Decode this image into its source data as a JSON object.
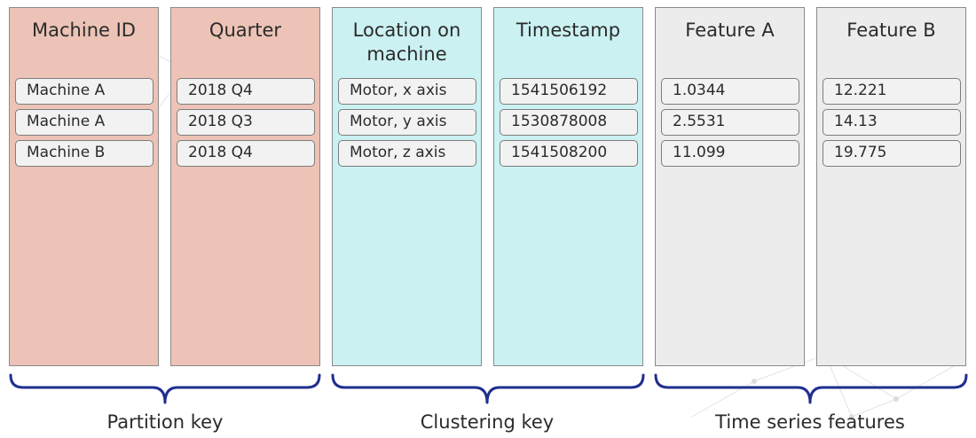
{
  "columns": [
    {
      "group": "partition",
      "title": "Machine ID",
      "cells": [
        "Machine A",
        "Machine A",
        "Machine B"
      ]
    },
    {
      "group": "partition",
      "title": "Quarter",
      "cells": [
        "2018 Q4",
        "2018 Q3",
        "2018 Q4"
      ]
    },
    {
      "group": "clustering",
      "title": "Location on machine",
      "cells": [
        "Motor, x axis",
        "Motor, y axis",
        "Motor, z axis"
      ]
    },
    {
      "group": "clustering",
      "title": "Timestamp",
      "cells": [
        "1541506192",
        "1530878008",
        "1541508200"
      ]
    },
    {
      "group": "features",
      "title": "Feature A",
      "cells": [
        "1.0344",
        "2.5531",
        "11.099"
      ]
    },
    {
      "group": "features",
      "title": "Feature B",
      "cells": [
        "12.221",
        "14.13",
        "19.775"
      ]
    }
  ],
  "groups": {
    "partition": {
      "label": "Partition key",
      "color": "#ecc3b6"
    },
    "clustering": {
      "label": "Clustering key",
      "color": "#cbf1f2"
    },
    "features": {
      "label": "Time series features",
      "color": "#ececec"
    }
  },
  "brace_color": "#1f2f8f"
}
